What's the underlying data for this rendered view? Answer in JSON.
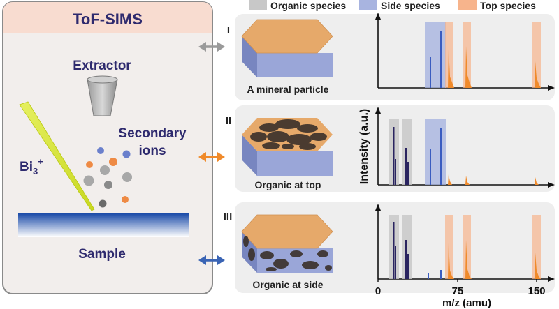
{
  "left_panel": {
    "title": "ToF-SIMS",
    "extractor_label": "Extractor",
    "secondary_label_line1": "Secondary",
    "secondary_label_line2": "ions",
    "beam_label": "Bi",
    "beam_subscript": "3",
    "beam_superscript": "+",
    "sample_label": "Sample"
  },
  "legend": {
    "items": [
      {
        "label": "Organic species",
        "color": "#c8c8c8"
      },
      {
        "label": "Side species",
        "color": "#a8b4e0"
      },
      {
        "label": "Top species",
        "color": "#f7b48c"
      }
    ]
  },
  "rows": [
    {
      "roman": "I",
      "caption": "A mineral particle",
      "arrow_color": "#9a9a9a"
    },
    {
      "roman": "II",
      "caption": "Organic at top",
      "arrow_color": "#f08a2a"
    },
    {
      "roman": "III",
      "caption": "Organic at side",
      "arrow_color": "#3a64b4"
    }
  ],
  "axes": {
    "ylabel": "Intensity (a.u.)",
    "xlabel": "m/z (amu)",
    "xticks": [
      "0",
      "75",
      "150"
    ]
  },
  "colors": {
    "panel_bg": "#f2eeec",
    "title_bg": "#f8dcd0",
    "label_text": "#2e2a6e",
    "hex_top": "#e6a96a",
    "hex_side": "#8e9ad0",
    "organic_peak": "#2a2460",
    "side_peak": "#3a5cc0",
    "top_peak": "#f08a2a"
  }
}
